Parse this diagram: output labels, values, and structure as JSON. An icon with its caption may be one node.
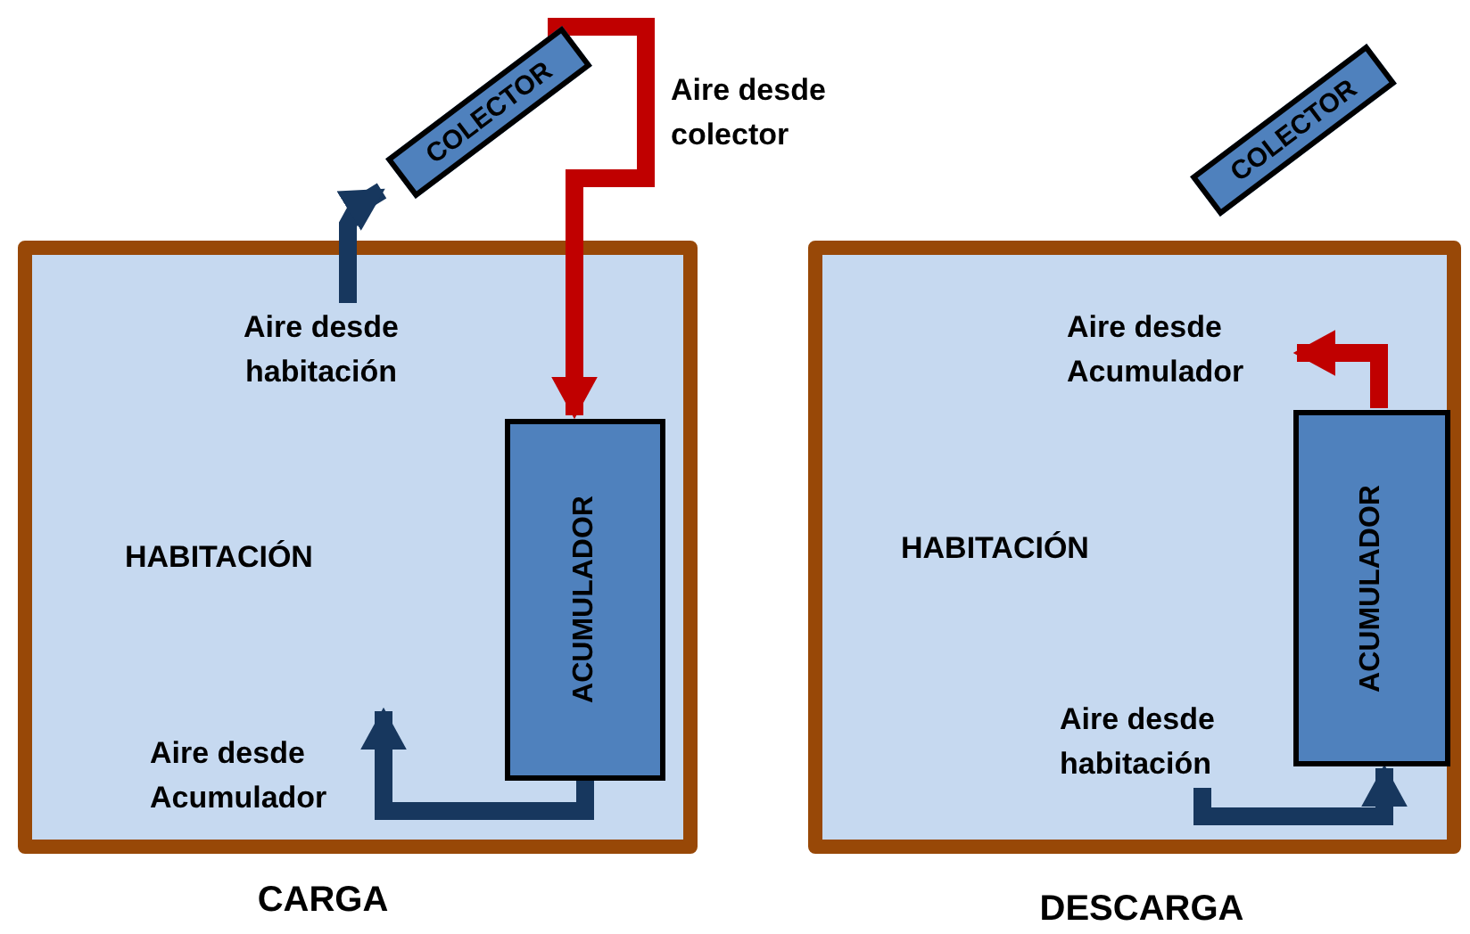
{
  "diagram": {
    "nodes": [
      {
        "text": [
          "HABITACIÓN"
        ],
        "beside": [
          "CARGA"
        ]
      },
      {
        "text": [
          "COLECTOR"
        ]
      },
      {
        "text": [
          "ACUMULADOR"
        ],
        "in": 0
      },
      {
        "text": [
          "Aire desde habitación"
        ],
        "in": 0
      },
      {
        "text": [
          "Aire desde Acumulador"
        ],
        "in": 0
      },
      {
        "text": [
          "HABITACIÓN"
        ],
        "beside": [
          "DESCARGA"
        ]
      },
      {
        "text": [
          "COLECTOR"
        ]
      },
      {
        "text": [
          "ACUMULADOR"
        ],
        "in": 5
      },
      {
        "text": [
          "Aire desde Acumulador"
        ],
        "in": 5
      },
      {
        "text": [
          "Aire desde habitación"
        ],
        "in": 5
      }
    ],
    "edges": [
      {
        "from": 3,
        "to": 1,
        "arrow": "to"
      },
      {
        "from": 1,
        "to": 2,
        "arrow": "to",
        "label": "Aire desde colector",
        "color": "#c00000"
      },
      {
        "from": 2,
        "to": 4,
        "arrow": "to"
      },
      {
        "from": 7,
        "to": 8,
        "arrow": "to",
        "color": "#c00000"
      },
      {
        "from": 9,
        "to": 7,
        "arrow": "to"
      }
    ]
  }
}
